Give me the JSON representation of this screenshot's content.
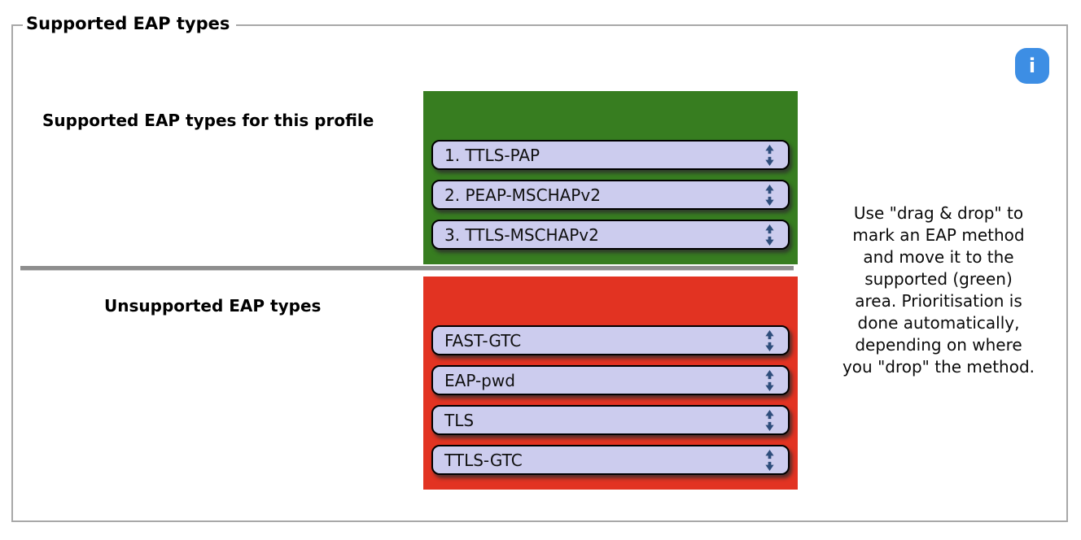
{
  "fieldset": {
    "legend": "Supported EAP types"
  },
  "info_button": {
    "glyph": "i"
  },
  "supported": {
    "label": "Supported EAP types for this profile",
    "items": [
      {
        "label": "1. TTLS-PAP"
      },
      {
        "label": "2. PEAP-MSCHAPv2"
      },
      {
        "label": "3. TTLS-MSCHAPv2"
      }
    ]
  },
  "unsupported": {
    "label": "Unsupported EAP types",
    "items": [
      {
        "label": "FAST-GTC"
      },
      {
        "label": "EAP-pwd"
      },
      {
        "label": "TLS"
      },
      {
        "label": "TTLS-GTC"
      }
    ]
  },
  "help": {
    "lines": [
      "Use \"drag & drop\" to",
      "mark an EAP method",
      "and move it to the",
      "supported (green)",
      "area. Prioritisation is",
      "done automatically,",
      "depending on where",
      "you \"drop\" the method."
    ]
  },
  "colors": {
    "supported-bg": "#377d20",
    "unsupported-bg": "#e23322",
    "item-bg": "#ccccee",
    "arrow-navy": "#2e4d7b",
    "divider-gray": "#8e8e8e",
    "frame-border": "#a8a8a8",
    "info-blue": "#3d8ee4"
  }
}
